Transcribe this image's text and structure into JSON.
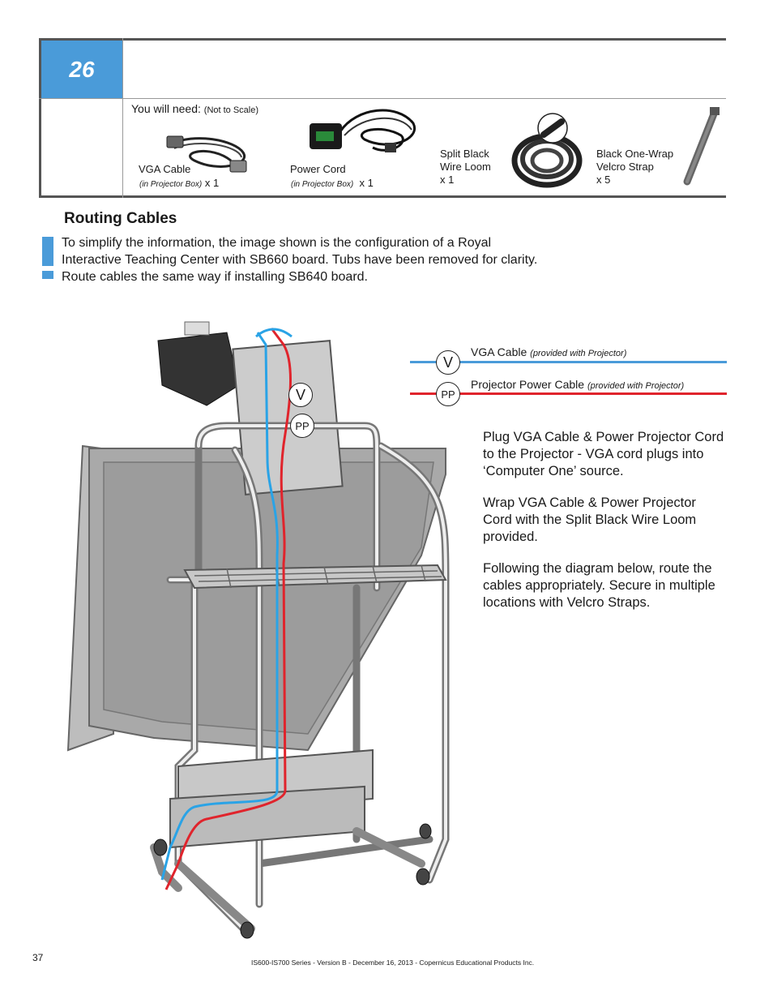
{
  "step": {
    "number": "26",
    "you_will_need": "You will need:",
    "not_to_scale": "(Not to Scale)",
    "items": [
      {
        "name": "VGA Cable",
        "sub": "(in Projector Box)",
        "qty": "x 1"
      },
      {
        "name": "Power Cord",
        "sub": "(in Projector Box)",
        "qty": "x 1"
      },
      {
        "name_line1": "Split Black",
        "name_line2": "Wire Loom",
        "qty": "x 1"
      },
      {
        "name_line1": "Black One-Wrap",
        "name_line2": "Velcro Strap",
        "qty": "x 5"
      }
    ]
  },
  "routing": {
    "title": "Routing Cables",
    "intro_line1": "To simplify the information, the image shown is the configuration of a Royal",
    "intro_line2": "Interactive Teaching Center with SB660 board. Tubs have been removed for clarity.",
    "intro_line3": "Route cables the same way if installing SB640 board."
  },
  "legend": {
    "vga_badge": "V",
    "vga_label": "VGA Cable",
    "vga_note": "(provided with Projector)",
    "pp_badge": "PP",
    "pp_label": "Projector Power Cable",
    "pp_note": "(provided with Projector)"
  },
  "instructions": [
    "Plug VGA Cable & Power Projector Cord to the Projector - VGA cord plugs into ‘Computer One’ source.",
    "Wrap VGA Cable & Power Projector Cord with the Split Black Wire Loom provided.",
    "Following the diagram below, route the cables appropriately. Secure in multiple locations with Velcro Straps."
  ],
  "page_number": "37",
  "footer": "IS600-IS700 Series - Version B - December 16, 2013 - Copernicus Educational Products Inc.",
  "colors": {
    "accent_blue": "#4a9bd9",
    "vga_line": "#2aa3e6",
    "power_line": "#e0242c"
  }
}
